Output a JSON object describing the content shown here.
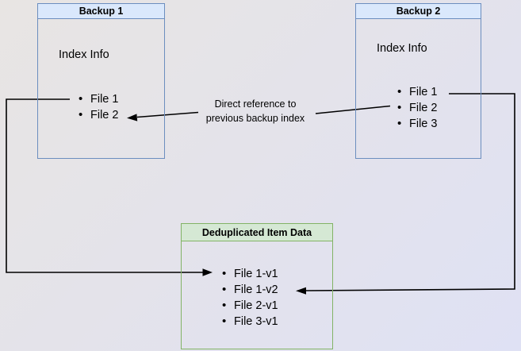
{
  "diagram": {
    "backup1": {
      "title": "Backup 1",
      "index_label": "Index Info",
      "files": [
        "File 1",
        "File 2"
      ]
    },
    "backup2": {
      "title": "Backup 2",
      "index_label": "Index Info",
      "files": [
        "File 1",
        "File 2",
        "File 3"
      ]
    },
    "dedup": {
      "title": "Deduplicated Item Data",
      "files": [
        "File 1-v1",
        "File 1-v2",
        "File 2-v1",
        "File 3-v1"
      ]
    },
    "annotation": {
      "line1": "Direct reference to",
      "line2": "previous backup index"
    },
    "colors": {
      "blue_header_fill": "#dae8fc",
      "blue_border": "#6c8ebf",
      "green_header_fill": "#d5e8d4",
      "green_border": "#82b366",
      "arrow": "#000000",
      "text": "#000000",
      "canvas_bg_topleft": "#e8e5e3",
      "canvas_bg_bottomright": "#dfe1f4"
    }
  }
}
